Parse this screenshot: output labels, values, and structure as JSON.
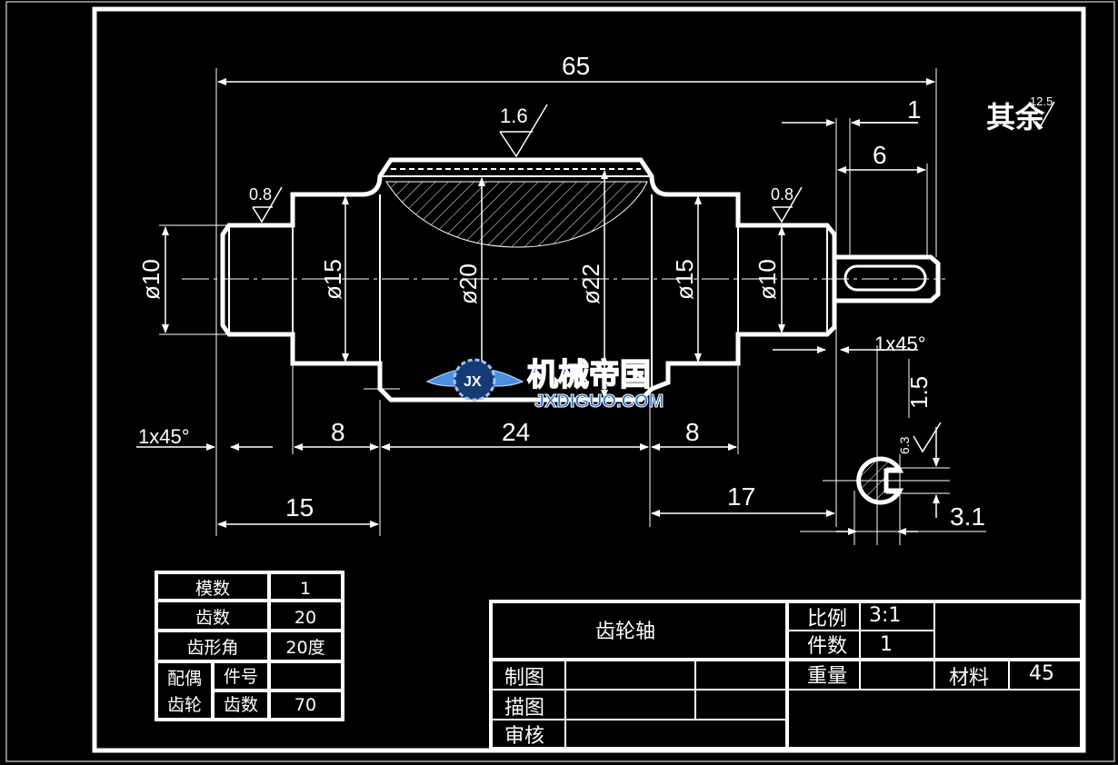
{
  "colors": {
    "background": "#000000",
    "lines": "#ffffff",
    "watermark": "#1e6fd8"
  },
  "dimensions": {
    "overall": "65",
    "keyway_offset": "1",
    "keyway_length": "6",
    "left_chamfer": "1x45°",
    "right_chamfer": "1x45°",
    "seg_left": "8",
    "seg_gear": "24",
    "seg_right": "8",
    "left_total": "15",
    "right_part": "17",
    "key_depth": "1.5",
    "key_width": "3.1",
    "dia_left_end": "ø10",
    "dia_left_shoulder": "ø15",
    "dia_root": "ø20",
    "dia_tip": "ø22",
    "dia_right_shoulder": "ø15",
    "dia_right_end": "ø10"
  },
  "roughness": {
    "gear_face": "1.6",
    "left_journal": "0.8",
    "right_journal": "0.8",
    "keyway": "6.3",
    "others_label": "其余",
    "others_value": "12.5"
  },
  "gear_params": {
    "module_label": "模数",
    "module_value": "1",
    "teeth_label": "齿数",
    "teeth_value": "20",
    "angle_label": "齿形角",
    "angle_value": "20度",
    "mate_label_1": "配偶",
    "mate_label_2": "齿轮",
    "part_no_label": "件号",
    "part_no_value": "",
    "mate_teeth_label": "齿数",
    "mate_teeth_value": "70"
  },
  "title_block": {
    "name": "齿轮轴",
    "scale_label": "比例",
    "scale_value": "3:1",
    "qty_label": "件数",
    "qty_value": "1",
    "weight_label": "重量",
    "material_label": "材料",
    "material_value": "45",
    "drawn_label": "制图",
    "traced_label": "描图",
    "checked_label": "审核"
  },
  "watermark": {
    "title": "机械帝国",
    "url": "JXDIGUO.COM",
    "badge": "JX"
  }
}
